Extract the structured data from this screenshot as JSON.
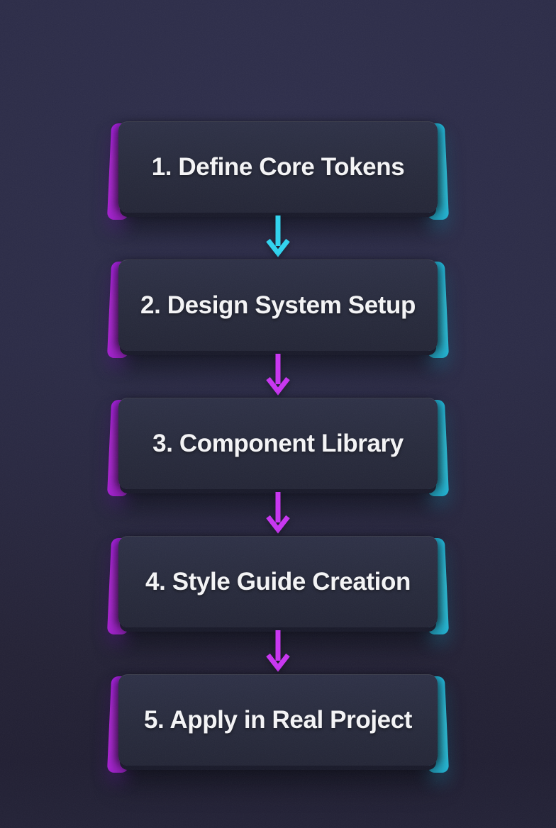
{
  "flow": {
    "steps": [
      {
        "label": "1. Define Core Tokens"
      },
      {
        "label": "2. Design System Setup"
      },
      {
        "label": "3. Component Library"
      },
      {
        "label": "4. Style Guide Creation"
      },
      {
        "label": "5. Apply in Real Project"
      }
    ],
    "arrows": [
      {
        "from": 1,
        "to": 2,
        "direction": "down",
        "color": "#2fd4f0"
      },
      {
        "from": 2,
        "to": 3,
        "direction": "down",
        "color": "#c934f2"
      },
      {
        "from": 3,
        "to": 4,
        "direction": "down",
        "color": "#c934f2"
      },
      {
        "from": 4,
        "to": 5,
        "direction": "down",
        "color": "#c934f2"
      }
    ]
  },
  "colors": {
    "background_top": "#2b2b47",
    "background_bottom": "#201e32",
    "box_fill": "#272a3c",
    "accent_magenta": "#c52af0",
    "accent_cyan": "#2fd3ef",
    "text": "#f5f5f7"
  }
}
